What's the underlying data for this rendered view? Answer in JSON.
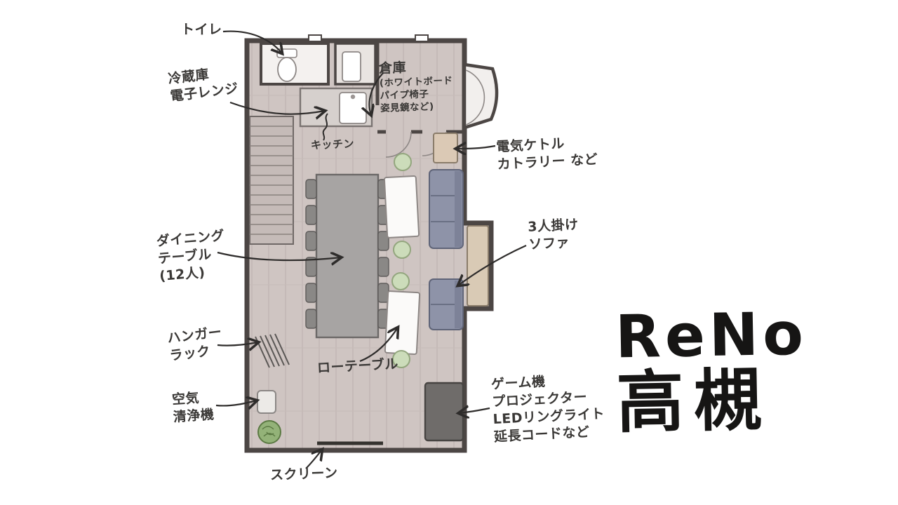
{
  "title": {
    "line1": "ReNo",
    "line2": "高槻"
  },
  "labels": {
    "toilet": {
      "line1": "トイレ"
    },
    "fridge": {
      "line1": "冷蔵庫",
      "line2": "電子レンジ"
    },
    "kitchen": {
      "line1": "キッチン"
    },
    "storage": {
      "line1": "倉庫",
      "line2": "(ホワイトボード",
      "line3": "パイプ椅子",
      "line4": "姿見鏡など)"
    },
    "kettle": {
      "line1": "電気ケトル",
      "line2": "カトラリー など"
    },
    "dining": {
      "line1": "ダイニング",
      "line2": "テーブル",
      "line3": "(12人)"
    },
    "sofa": {
      "line1": "3人掛け",
      "line2": "ソファ"
    },
    "hanger": {
      "line1": "ハンガー",
      "line2": "ラック"
    },
    "low_table": {
      "line1": "ローテーブル"
    },
    "air_purifier": {
      "line1": "空気",
      "line2": "清浄機"
    },
    "game": {
      "line1": "ゲーム機",
      "line2": "プロジェクター",
      "line3": "LEDリングライト",
      "line4": "延長コードなど"
    },
    "screen": {
      "line1": "スクリーン"
    }
  },
  "colors": {
    "floor": "#cfc5c2",
    "wall": "#4c4644",
    "room_white": "#f4f1ef",
    "sofa": "#8e93a8",
    "stool_green": "#ccdcba",
    "cabinet": "#6f6c6a",
    "tan": "#dbc9b5",
    "ink": "#2e2c2b"
  }
}
